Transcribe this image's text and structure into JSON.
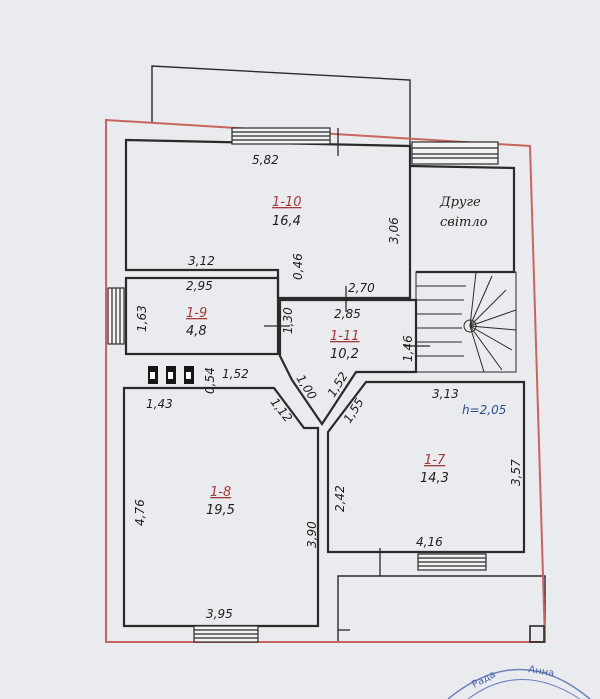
{
  "rooms": [
    {
      "id": "1-10",
      "area": "16,4"
    },
    {
      "id": "1-9",
      "area": "4,8"
    },
    {
      "id": "1-11",
      "area": "10,2"
    },
    {
      "id": "1-8",
      "area": "19,5"
    },
    {
      "id": "1-7",
      "area": "14,3"
    }
  ],
  "dims": {
    "d582": "5,82",
    "d306": "3,06",
    "d312": "3,12",
    "d046": "0,46",
    "d270": "2,70",
    "d295": "2,95",
    "d285": "2,85",
    "d163": "1,63",
    "d130": "1,30",
    "d146": "1,46",
    "d054": "0,54",
    "d152a": "1,52",
    "d143": "1,43",
    "d100": "1,00",
    "d152b": "1,52",
    "d155": "1,55",
    "d112": "1,12",
    "d313": "3,13",
    "d476": "4,76",
    "d390": "3,90",
    "d242": "2,42",
    "d357": "3,57",
    "d416": "4,16",
    "d395": "3,95"
  },
  "notes": {
    "second_light_1": "Друге",
    "second_light_2": "світло",
    "height": "h=2,05"
  },
  "stamp": {
    "text_1": "Рада",
    "text_2": "Анна"
  },
  "colors": {
    "background": "#e9ebee",
    "outer_contour": "#c9655f",
    "wall": "#2a2a2a",
    "room_id": "#a23a3a",
    "height_note": "#2c4f8a"
  }
}
